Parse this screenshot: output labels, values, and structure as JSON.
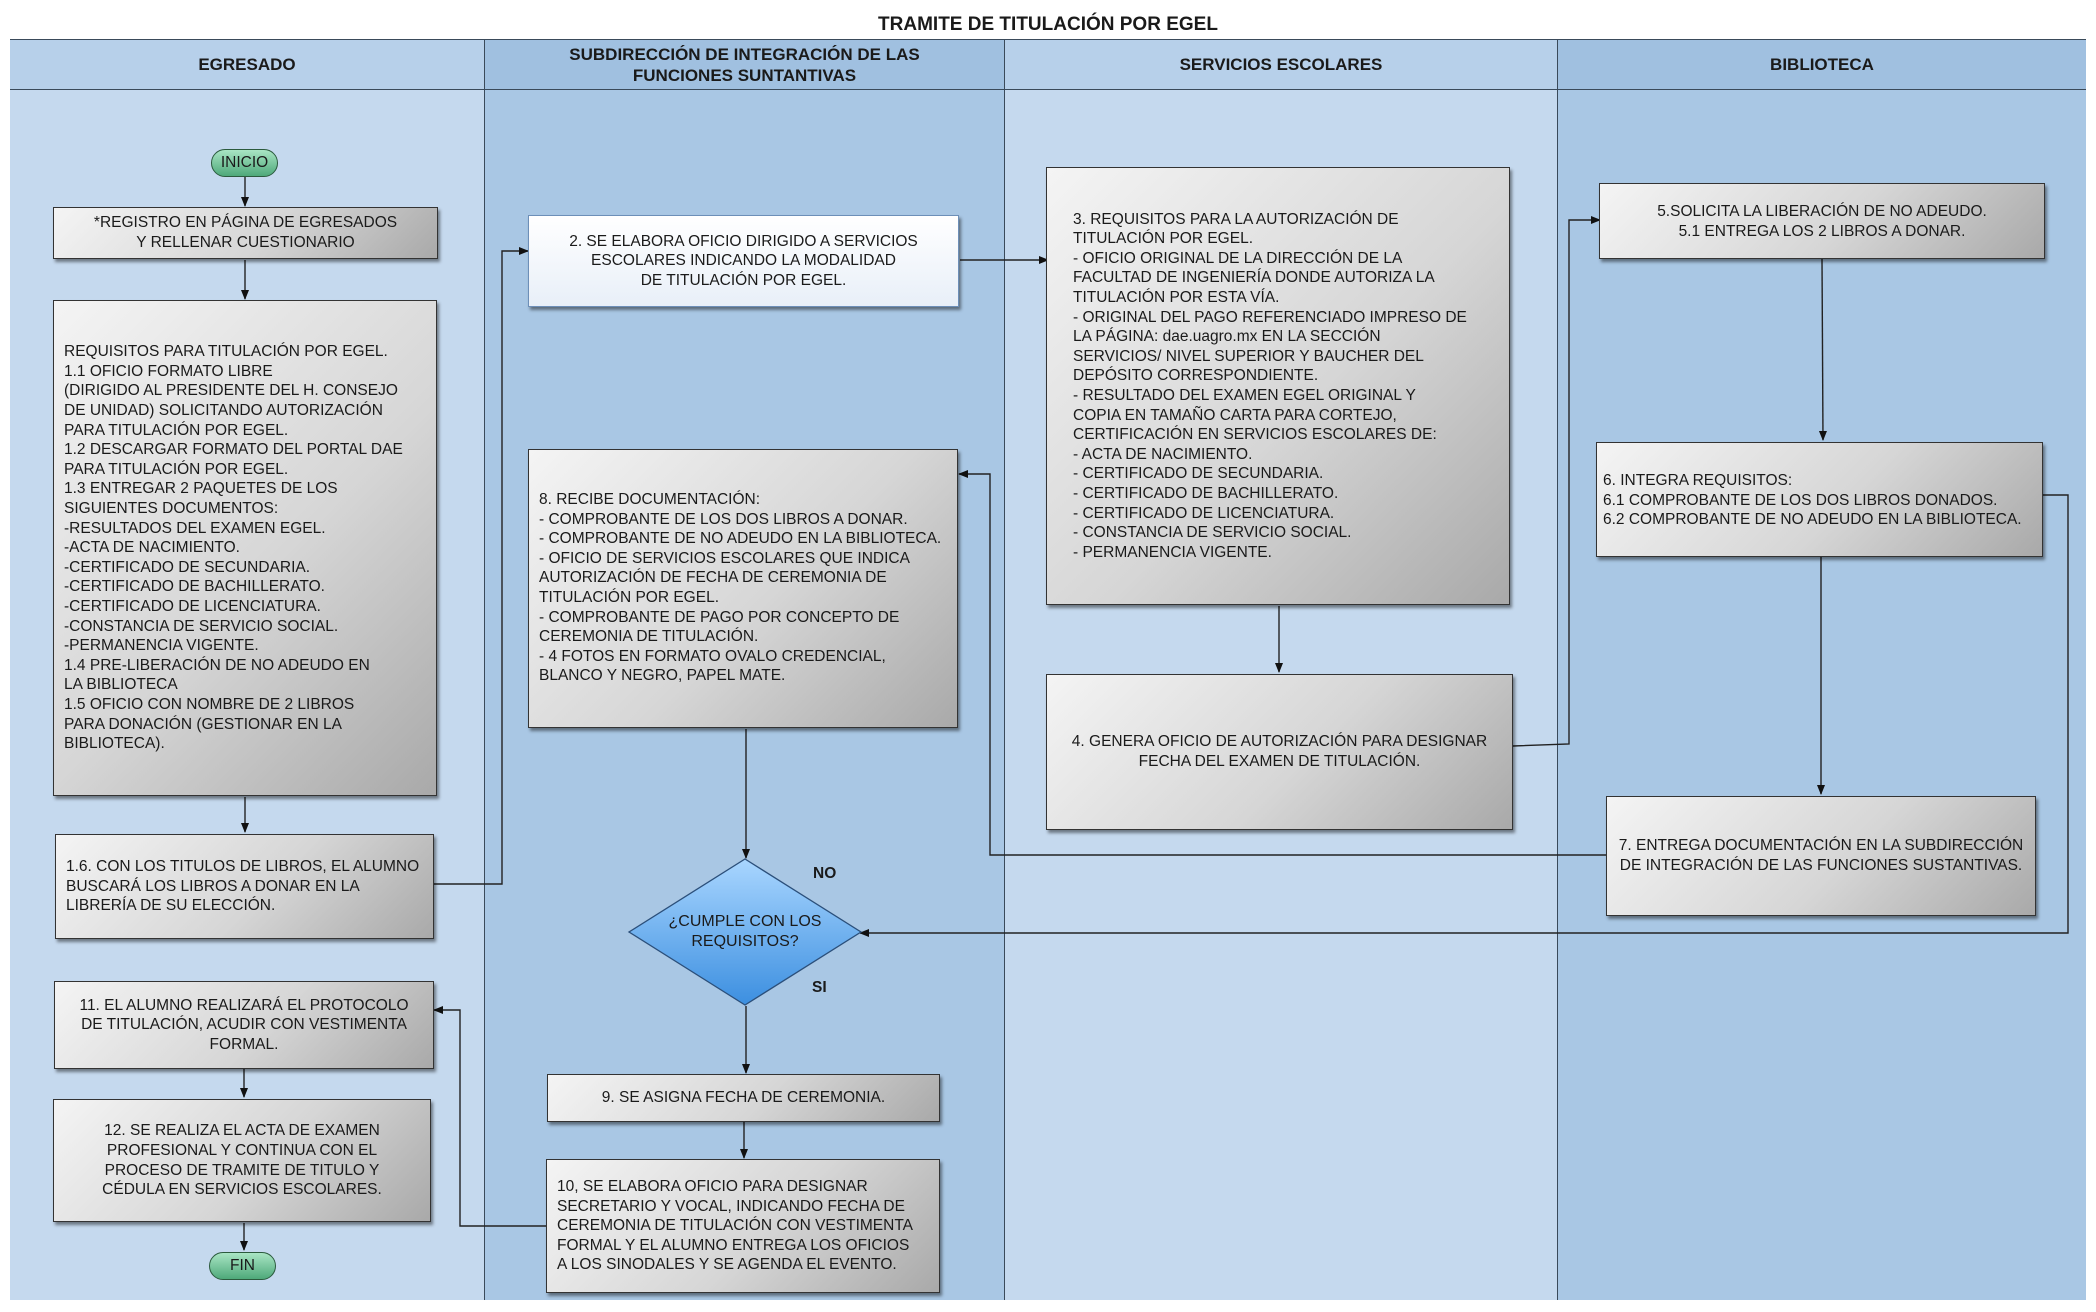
{
  "title": "TRAMITE DE TITULACIÓN POR EGEL",
  "lanes": [
    "EGRESADO",
    "SUBDIRECCIÓN DE INTEGRACIÓN DE LAS\nFUNCIONES SUNTANTIVAS",
    "SERVICIOS ESCOLARES",
    "BIBLIOTECA"
  ],
  "terminals": {
    "start": "INICIO",
    "end": "FIN"
  },
  "steps": {
    "registro": "*REGISTRO EN PÁGINA DE EGRESADOS\nY RELLENAR CUESTIONARIO",
    "requisitos_egel": "REQUISITOS PARA TITULACIÓN POR EGEL.\n1.1 OFICIO FORMATO LIBRE\n(DIRIGIDO AL PRESIDENTE DEL H. CONSEJO\nDE UNIDAD) SOLICITANDO AUTORIZACIÓN\nPARA TITULACIÓN POR EGEL.\n1.2 DESCARGAR FORMATO DEL PORTAL DAE\nPARA TITULACIÓN POR EGEL.\n1.3 ENTREGAR 2 PAQUETES DE  LOS\nSIGUIENTES DOCUMENTOS:\n-RESULTADOS DEL EXAMEN EGEL.\n-ACTA DE NACIMIENTO.\n-CERTIFICADO DE SECUNDARIA.\n-CERTIFICADO DE BACHILLERATO.\n-CERTIFICADO DE LICENCIATURA.\n-CONSTANCIA DE SERVICIO SOCIAL.\n-PERMANENCIA VIGENTE.\n1.4 PRE-LIBERACIÓN DE NO ADEUDO EN\nLA BIBLIOTECA\n1.5 OFICIO CON NOMBRE DE 2 LIBROS\nPARA DONACIÓN (GESTIONAR EN LA\nBIBLIOTECA).",
    "s1_6": "1.6. CON LOS TITULOS DE LIBROS, EL ALUMNO\nBUSCARÁ LOS LIBROS A DONAR EN LA\nLIBRERÍA DE SU ELECCIÓN.",
    "s11": "11. EL ALUMNO REALIZARÁ  EL PROTOCOLO\nDE TITULACIÓN, ACUDIR CON VESTIMENTA\nFORMAL.",
    "s12": "12. SE REALIZA EL ACTA DE EXAMEN\nPROFESIONAL Y CONTINUA CON EL\nPROCESO DE TRAMITE DE TITULO Y\nCÉDULA EN SERVICIOS ESCOLARES.",
    "s2": "2. SE ELABORA OFICIO DIRIGIDO A SERVICIOS\nESCOLARES INDICANDO LA MODALIDAD\nDE TITULACIÓN POR EGEL.",
    "s8": "8. RECIBE DOCUMENTACIÓN:\n- COMPROBANTE DE LOS DOS LIBROS A DONAR.\n- COMPROBANTE DE NO ADEUDO EN LA BIBLIOTECA.\n- OFICIO DE SERVICIOS ESCOLARES QUE INDICA\nAUTORIZACIÓN DE FECHA DE CEREMONIA DE\nTITULACIÓN POR EGEL.\n- COMPROBANTE DE PAGO POR CONCEPTO DE\nCEREMONIA DE TITULACIÓN.\n- 4 FOTOS EN FORMATO  OVALO CREDENCIAL,\nBLANCO Y NEGRO, PAPEL MATE.",
    "decision": "¿CUMPLE CON LOS\nREQUISITOS?",
    "no": "NO",
    "si": "SI",
    "s9": "9. SE ASIGNA FECHA DE CEREMONIA.",
    "s10": "10, SE ELABORA OFICIO PARA DESIGNAR\nSECRETARIO  Y  VOCAL, INDICANDO FECHA DE\nCEREMONIA DE TITULACIÓN CON VESTIMENTA\nFORMAL Y EL ALUMNO ENTREGA LOS OFICIOS\nA LOS SINODALES Y SE AGENDA  EL EVENTO.",
    "s3": "3. REQUISITOS PARA  LA AUTORIZACIÓN DE\nTITULACIÓN POR EGEL.\n- OFICIO ORIGINAL DE LA DIRECCIÓN DE LA\nFACULTAD DE INGENIERÍA DONDE AUTORIZA LA\nTITULACIÓN POR ESTA VÍA.\n- ORIGINAL DEL PAGO REFERENCIADO IMPRESO DE\nLA PÁGINA: dae.uagro.mx EN LA SECCIÓN\nSERVICIOS/ NIVEL SUPERIOR Y BAUCHER DEL\nDEPÓSITO CORRESPONDIENTE.\n- RESULTADO DEL EXAMEN EGEL ORIGINAL Y\nCOPIA EN TAMAÑO CARTA PARA CORTEJO,\nCERTIFICACIÓN EN SERVICIOS ESCOLARES DE:\n- ACTA DE NACIMIENTO.\n- CERTIFICADO DE SECUNDARIA.\n- CERTIFICADO DE BACHILLERATO.\n- CERTIFICADO DE LICENCIATURA.\n- CONSTANCIA DE SERVICIO SOCIAL.\n- PERMANENCIA VIGENTE.",
    "s4": "4. GENERA OFICIO DE AUTORIZACIÓN PARA  DESIGNAR\nFECHA DEL EXAMEN DE TITULACIÓN.",
    "s5": "5.SOLICITA LA LIBERACIÓN DE NO ADEUDO.\n5.1 ENTREGA LOS 2 LIBROS A DONAR.",
    "s6": "6. INTEGRA REQUISITOS:\n6.1 COMPROBANTE DE LOS DOS LIBROS DONADOS.\n6.2 COMPROBANTE DE NO ADEUDO EN LA BIBLIOTECA.",
    "s7": "7. ENTREGA DOCUMENTACIÓN EN LA SUBDIRECCIÓN\nDE INTEGRACIÓN DE LAS FUNCIONES SUSTANTIVAS."
  }
}
